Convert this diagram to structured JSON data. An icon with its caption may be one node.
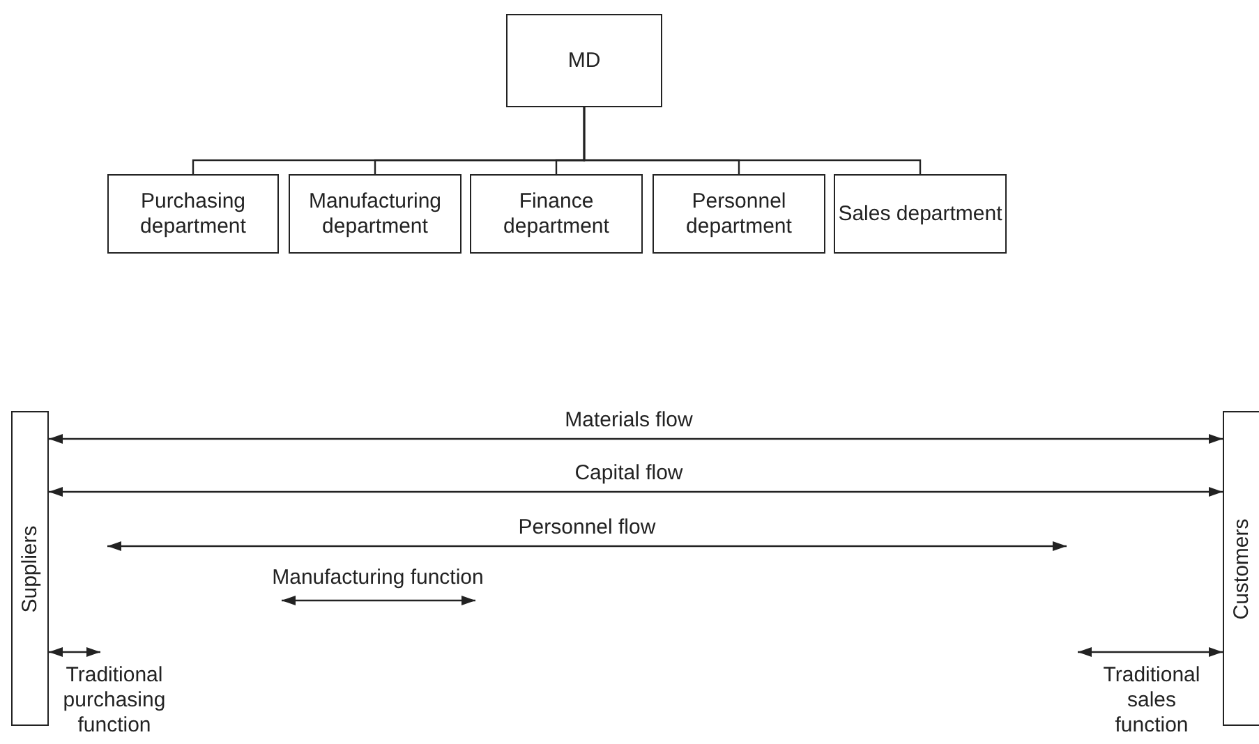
{
  "diagram": {
    "nodes": [
      {
        "text": [
          "MD"
        ]
      },
      {
        "text": [
          "Purchasing department"
        ]
      },
      {
        "text": [
          "Manufacturing department"
        ]
      },
      {
        "text": [
          "Finance department"
        ]
      },
      {
        "text": [
          "Personnel department"
        ]
      },
      {
        "text": [
          "Sales department"
        ]
      },
      {
        "text": [
          "Suppliers"
        ]
      },
      {
        "text": [
          "Customers"
        ]
      }
    ],
    "edges": [
      {
        "from": 0,
        "to": 1,
        "arrow": "none"
      },
      {
        "from": 0,
        "to": 2,
        "arrow": "none"
      },
      {
        "from": 0,
        "to": 3,
        "arrow": "none"
      },
      {
        "from": 0,
        "to": 4,
        "arrow": "none"
      },
      {
        "from": 0,
        "to": 5,
        "arrow": "none"
      },
      {
        "from": 6,
        "to": 7,
        "arrow": "both",
        "label": "Materials flow"
      },
      {
        "from": 6,
        "to": 7,
        "arrow": "both",
        "label": "Capital flow"
      },
      {
        "from": 6,
        "to": null,
        "arrow": "both",
        "label": "Traditional purchasing function"
      },
      {
        "from": null,
        "to": 7,
        "arrow": "both",
        "label": "Traditional sales function"
      }
    ],
    "labels": [
      "Personnel flow",
      "Manufacturing function"
    ]
  }
}
